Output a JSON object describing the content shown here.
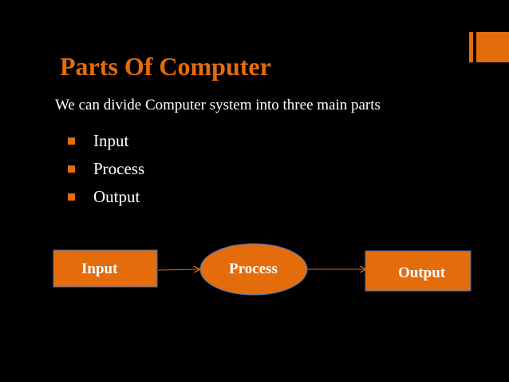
{
  "slide": {
    "title": "Parts Of Computer",
    "subtitle": "We can divide Computer system into three main parts",
    "bullets": [
      "Input",
      "Process",
      "Output"
    ]
  },
  "diagram": {
    "nodes": [
      {
        "id": "input",
        "label": "Input",
        "shape": "rectangle"
      },
      {
        "id": "process",
        "label": "Process",
        "shape": "ellipse"
      },
      {
        "id": "output",
        "label": "Output",
        "shape": "rectangle"
      }
    ],
    "edges": [
      {
        "from": "input",
        "to": "process"
      },
      {
        "from": "process",
        "to": "output"
      }
    ]
  },
  "colors": {
    "background": "#000000",
    "accent": "#e46c0a",
    "text": "#ffffff",
    "node_stroke": "#4472c4",
    "arrow": "#e46c0a"
  }
}
